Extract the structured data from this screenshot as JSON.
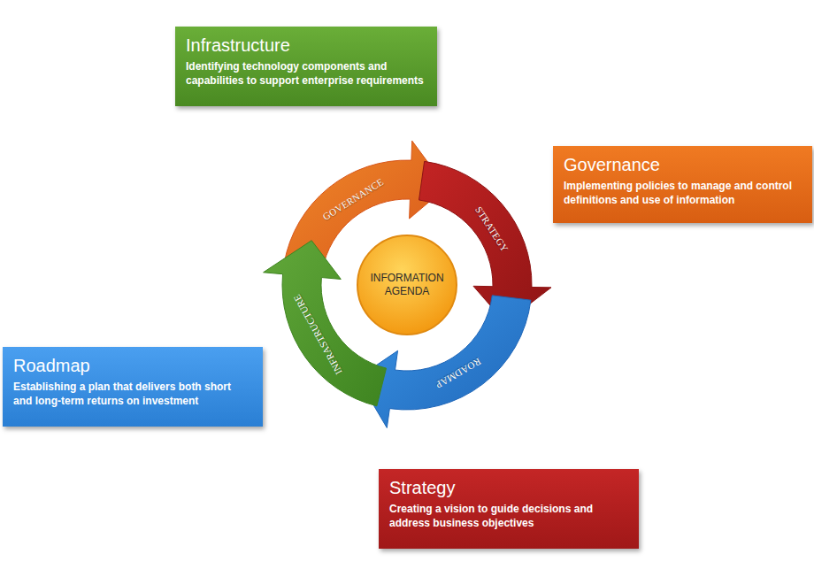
{
  "diagram": {
    "nodes": [
      {
        "text": [
          "Infrastructure",
          "Identifying technology components and capabilities to support enterprise requirements"
        ]
      },
      {
        "text": [
          "Governance",
          "Implementing policies to manage and control definitions and use of information"
        ]
      },
      {
        "text": [
          "GOVERNANCE"
        ]
      },
      {
        "text": [
          "STRATEGY"
        ]
      },
      {
        "text": [
          "INFORMATION AGENDA"
        ]
      },
      {
        "text": [
          "INFRASTRUCTURE"
        ]
      },
      {
        "text": [
          "ROADMAP"
        ]
      },
      {
        "text": [
          "Roadmap",
          "Establishing a plan that delivers both short and long-term returns on investment"
        ]
      },
      {
        "text": [
          "Strategy",
          "Creating a vision to guide decisions and address business objectives"
        ]
      }
    ]
  }
}
